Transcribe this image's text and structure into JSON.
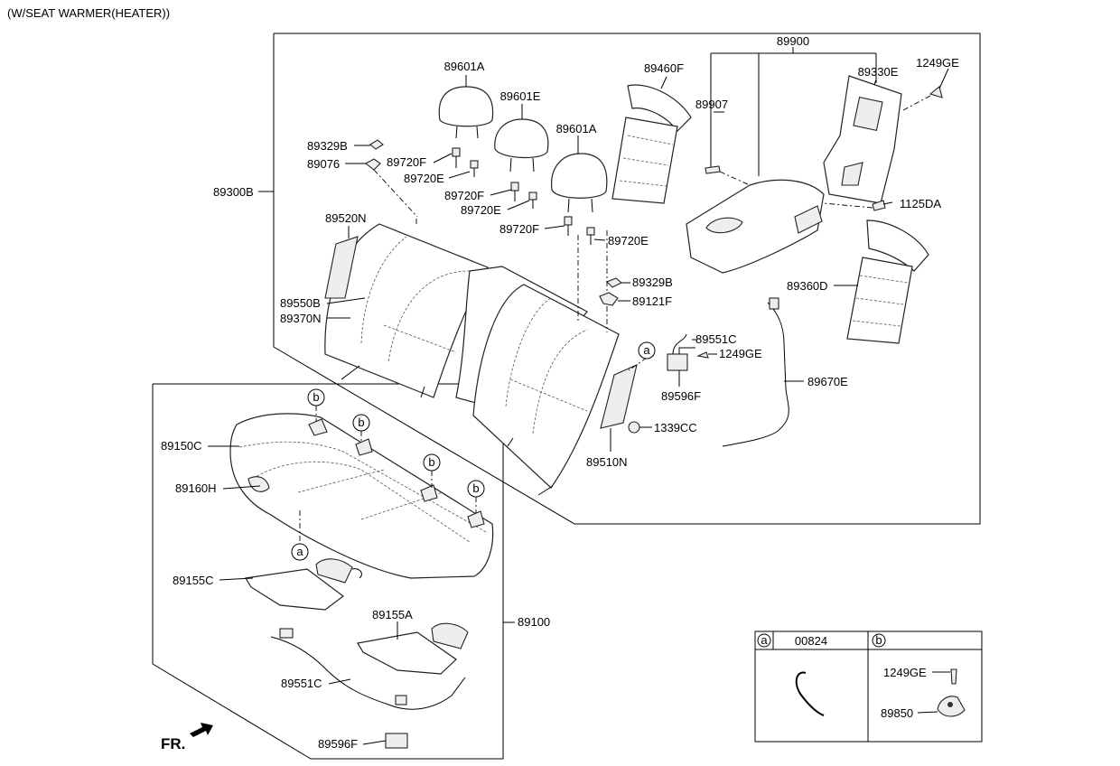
{
  "header": {
    "note": "(W/SEAT WARMER(HEATER))"
  },
  "fr_label": "FR.",
  "parts": {
    "p89900": "89900",
    "p1249GE_top": "1249GE",
    "p89601A_1": "89601A",
    "p89460F": "89460F",
    "p89330E": "89330E",
    "p89601E": "89601E",
    "p89907": "89907",
    "p89601A_2": "89601A",
    "p89329B_1": "89329B",
    "p89076": "89076",
    "p89720F_1": "89720F",
    "p89720E_1": "89720E",
    "p89300B": "89300B",
    "p89720F_2": "89720F",
    "p89720E_2": "89720E",
    "p1125DA": "1125DA",
    "p89520N": "89520N",
    "p89720F_3": "89720F",
    "p89720E_3": "89720E",
    "p89329B_2": "89329B",
    "p89360D": "89360D",
    "p89121F": "89121F",
    "p89550B": "89550B",
    "p89370N": "89370N",
    "p89551C_1": "89551C",
    "p1249GE_mid": "1249GE",
    "p89596F_1": "89596F",
    "p89670E": "89670E",
    "p1339CC": "1339CC",
    "p89150C": "89150C",
    "p89510N": "89510N",
    "p89160H": "89160H",
    "p89155C": "89155C",
    "p89155A": "89155A",
    "p89100": "89100",
    "p89551C_2": "89551C",
    "p89596F_2": "89596F"
  },
  "callouts": {
    "a": "a",
    "b": "b"
  },
  "legend": {
    "a_letter": "a",
    "a_part": "00824",
    "b_letter": "b",
    "b_part1": "1249GE",
    "b_part2": "89850"
  }
}
